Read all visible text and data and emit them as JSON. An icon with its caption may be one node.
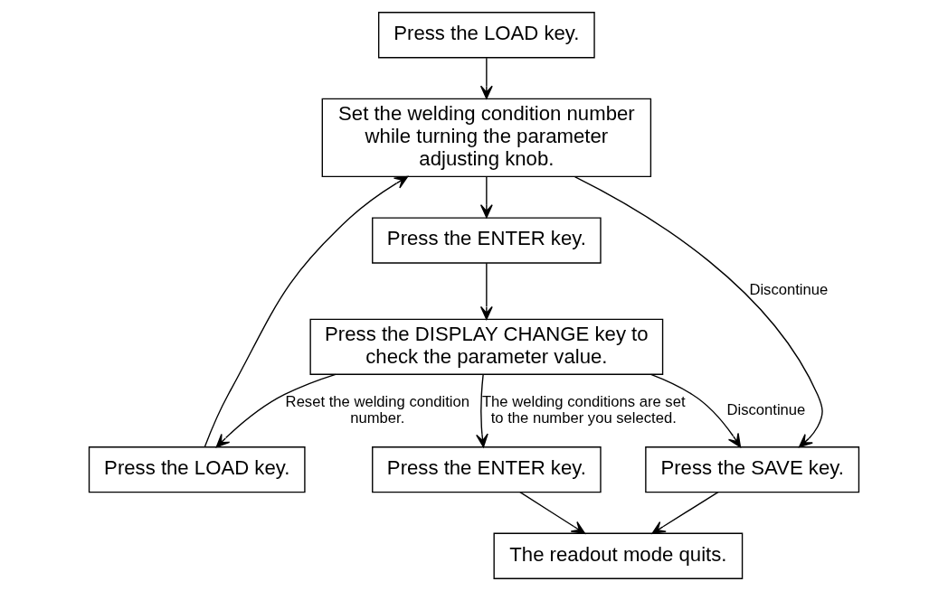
{
  "diagram": {
    "nodes": [
      {
        "text": [
          "Press the LOAD key."
        ]
      },
      {
        "text": [
          "Set the welding condition number while turning the parameter adjusting knob."
        ]
      },
      {
        "text": [
          "Press the ENTER key."
        ]
      },
      {
        "text": [
          "Press the LOAD key."
        ]
      },
      {
        "text": [
          "Press the DISPLAY CHANGE key to check the parameter value."
        ]
      },
      {
        "text": [
          "Press the SAVE key."
        ]
      },
      {
        "text": [
          "Press the ENTER key."
        ]
      },
      {
        "text": [
          "The readout mode quits."
        ]
      }
    ],
    "edges": [
      {
        "from": 0,
        "to": 1,
        "arrow": "to"
      },
      {
        "from": 1,
        "to": 5,
        "arrow": "to",
        "label": "Discontinue"
      },
      {
        "from": 1,
        "to": 2,
        "arrow": "to"
      },
      {
        "from": 3,
        "to": 1,
        "arrow": "to"
      },
      {
        "from": 2,
        "to": 4,
        "arrow": "to"
      },
      {
        "from": 4,
        "to": 5,
        "arrow": "to",
        "label": "Discontinue"
      },
      {
        "from": 4,
        "to": 3,
        "arrow": "to",
        "label": "Reset the welding condition number."
      },
      {
        "from": 4,
        "to": 6,
        "arrow": "to",
        "label": "The welding conditions are set to the number you selected."
      },
      {
        "from": 6,
        "to": 7,
        "arrow": "to"
      },
      {
        "from": 5,
        "to": 7,
        "arrow": "to"
      }
    ]
  }
}
